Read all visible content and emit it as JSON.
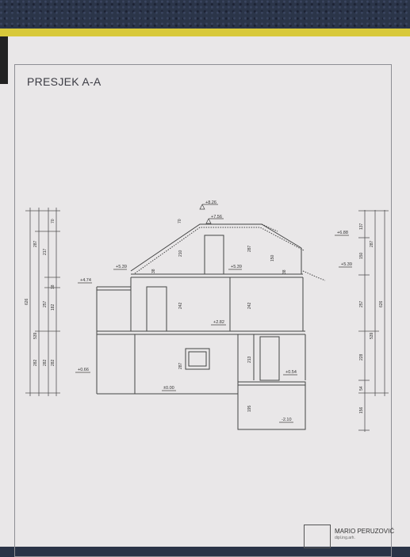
{
  "section": {
    "title": "PRESJEK A-A"
  },
  "levels": [
    {
      "id": "ridge-top",
      "label": "+8.26"
    },
    {
      "id": "ridge",
      "label": "+7.56"
    },
    {
      "id": "left-eave",
      "label": "+5.39"
    },
    {
      "id": "mid-floor",
      "label": "+5.39"
    },
    {
      "id": "left-terrace",
      "label": "+4.74"
    },
    {
      "id": "first-floor",
      "label": "+2.82"
    },
    {
      "id": "left-ground",
      "label": "+0.66"
    },
    {
      "id": "ground",
      "label": "±0.00"
    },
    {
      "id": "right-step",
      "label": "+0.54"
    },
    {
      "id": "basement",
      "label": "-2.10"
    },
    {
      "id": "right-upper",
      "label": "+6.88"
    },
    {
      "id": "right-eave",
      "label": "+5.39"
    }
  ],
  "left_dimensions": {
    "col1": [
      "626"
    ],
    "col2": [
      "287",
      "539",
      "282"
    ],
    "col3": [
      "217",
      "257",
      "282"
    ],
    "col4": [
      "70",
      "18",
      "182",
      "282"
    ]
  },
  "right_dimensions": {
    "col1": [
      "137",
      "150",
      "257",
      "228",
      "54",
      "156"
    ],
    "col2": [
      "287",
      "539"
    ],
    "col3": [
      "626"
    ]
  },
  "interior_dimensions": [
    "70",
    "210",
    "38",
    "287",
    "150",
    "38",
    "242",
    "242",
    "287",
    "213",
    "195"
  ],
  "stamp": {
    "name": "MARIO PERUZOVIĆ",
    "subtitle": "dipl.ing.arh."
  }
}
